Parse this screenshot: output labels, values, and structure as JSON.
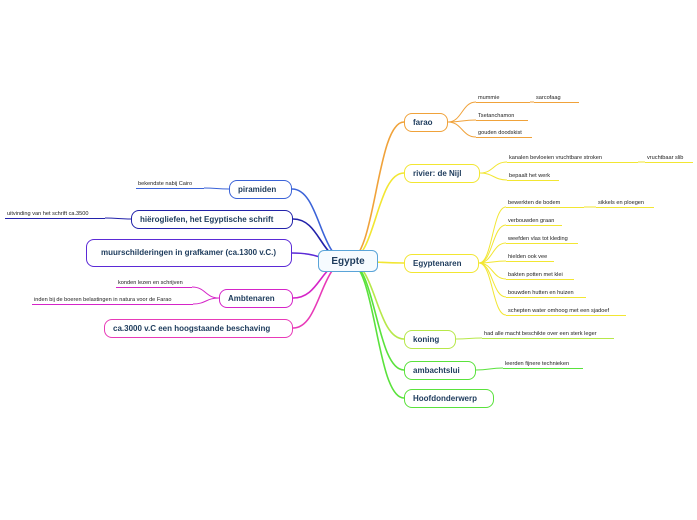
{
  "center": {
    "label": "Egypte"
  },
  "colors": {
    "orange": "#f0a23a",
    "yellow": "#f2e632",
    "lime": "#b7e84a",
    "green": "#5ae23c",
    "blue": "#3b63d8",
    "navy": "#2222aa",
    "violet": "#5b2ad6",
    "magenta": "#d524c8",
    "pink": "#e83ab8",
    "center_border": "#5aa4d8"
  },
  "right_branches": [
    {
      "id": "farao",
      "label": "farao",
      "color": "orange",
      "leaves": [
        {
          "label": "mummie",
          "children": [
            {
              "label": "sarcofaag"
            }
          ]
        },
        {
          "label": "Tsetanchamon"
        },
        {
          "label": "gouden doodskist"
        }
      ]
    },
    {
      "id": "rivier",
      "label": "rivier: de Nijl",
      "color": "yellow",
      "leaves": [
        {
          "label": "kanalen bevloeien vruchtbare stroken",
          "children": [
            {
              "label": "vruchtbaar slib"
            }
          ]
        },
        {
          "label": "bepaalt het werk"
        }
      ]
    },
    {
      "id": "egyptenaren",
      "label": "Egyptenaren",
      "color": "yellow",
      "leaves": [
        {
          "label": "bewerkten de bodem",
          "children": [
            {
              "label": "sikkels en ploegen"
            }
          ]
        },
        {
          "label": "verbouwden graan"
        },
        {
          "label": "weefden vlas tot kleding"
        },
        {
          "label": "hielden ook vee"
        },
        {
          "label": "bakten potten met klei"
        },
        {
          "label": "bouwden hutten  en huizen"
        },
        {
          "label": "schepten water omhoog met een sjadoef"
        }
      ]
    },
    {
      "id": "koning",
      "label": "koning",
      "color": "lime",
      "leaves": [
        {
          "label": "had alle macht beschikte over een sterk leger"
        }
      ]
    },
    {
      "id": "ambachtslui",
      "label": "ambachtslui",
      "color": "green",
      "leaves": [
        {
          "label": "leerden fijnere technieken"
        }
      ]
    },
    {
      "id": "hoofdonderwerp",
      "label": "Hoofdonderwerp",
      "color": "green",
      "leaves": []
    }
  ],
  "left_branches": [
    {
      "id": "piramiden",
      "label": "piramiden",
      "color": "blue",
      "leaves": [
        {
          "label": "bekendste nabij Cairo"
        }
      ]
    },
    {
      "id": "hierogliefen",
      "label": "hiërogliefen, het Egyptische schrift",
      "color": "navy",
      "leaves": [
        {
          "label": "uitvinding van het schrift ca.3500"
        }
      ]
    },
    {
      "id": "muurschilderingen",
      "label": "muurschilderingen in grafkamer (ca.1300 v.C.)",
      "color": "violet",
      "leaves": []
    },
    {
      "id": "ambtenaren",
      "label": "Ambtenaren",
      "color": "magenta",
      "leaves": [
        {
          "label": "konden lezen en schrijven"
        },
        {
          "label": "inden bij de boeren  belastingen in natura voor de Farao"
        }
      ]
    },
    {
      "id": "ca3000",
      "label": "ca.3000 v.C  een hoogstaande beschaving",
      "color": "pink",
      "leaves": []
    }
  ]
}
